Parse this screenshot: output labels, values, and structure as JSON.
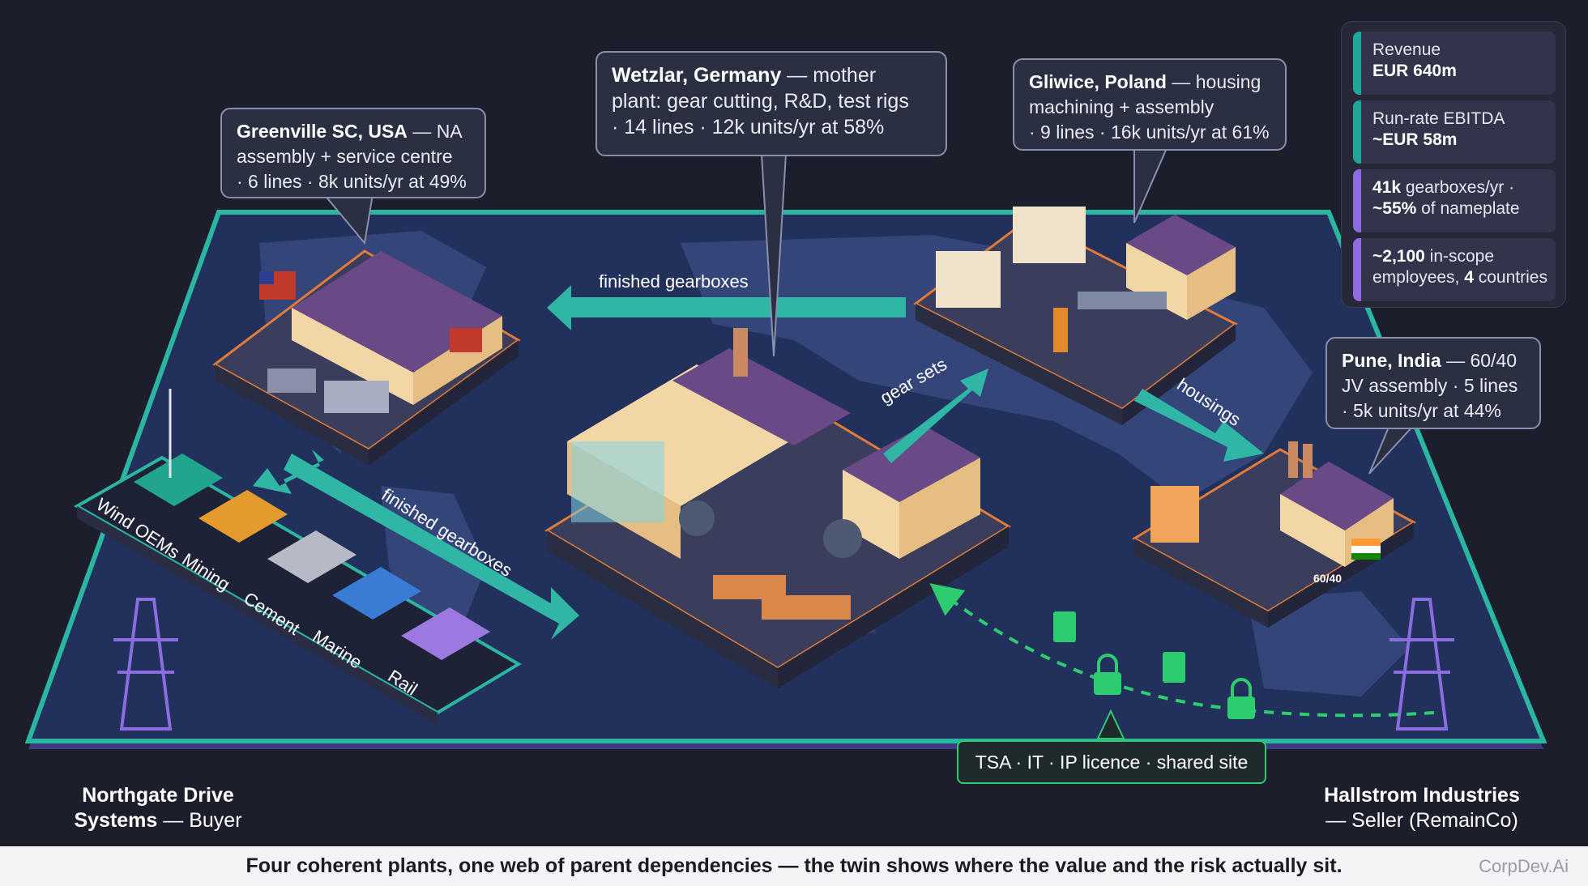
{
  "callouts": {
    "wetzlar": {
      "name": "Wetzlar, Germany",
      "line1": " — mother",
      "line2": "plant: gear cutting, R&D, test rigs",
      "line3": "· 14 lines · 12k units/yr at 58%"
    },
    "greenville": {
      "name": "Greenville SC, USA",
      "line1": " — NA",
      "line2": "assembly + service centre",
      "line3": "· 6 lines · 8k units/yr at 49%"
    },
    "gliwice": {
      "name": "Gliwice, Poland",
      "line1": " — housing",
      "line2": "machining + assembly",
      "line3": "· 9 lines · 16k units/yr at 61%"
    },
    "pune": {
      "name": "Pune, India",
      "line1": " — 60/40",
      "line2": "JV assembly · 5 lines",
      "line3": "· 5k units/yr at 44%"
    }
  },
  "kpis": [
    {
      "label": "Revenue",
      "value": "EUR 640m"
    },
    {
      "label": "Run-rate EBITDA",
      "value": "~EUR 58m"
    },
    {
      "b1": "41k",
      "t1": " gearboxes/yr ·",
      "b2": "~55%",
      "t2": " of nameplate"
    },
    {
      "b1": "~2,100",
      "t1": " in-scope",
      "t2a": "employees, ",
      "b2": "4",
      "t2": " countries"
    }
  ],
  "flows": {
    "finished_top": "finished gearboxes",
    "gear_sets": "gear sets",
    "housings": "housings",
    "finished_left": "finished gearboxes"
  },
  "sectors": [
    "Wind OEMs",
    "Mining",
    "Cement",
    "Marine",
    "Rail"
  ],
  "jv_tag": "60/40",
  "tsa": "TSA · IT · IP licence · shared site",
  "buyer": {
    "name": "Northgate Drive",
    "name2": "Systems",
    "role": " — Buyer"
  },
  "seller": {
    "name": "Hallstrom Industries",
    "role": "— Seller (RemainCo)"
  },
  "footer": {
    "caption": "Four coherent plants, one web of parent dependencies — the twin shows where the value and the risk actually sit.",
    "brand": "CorpDev.Ai"
  },
  "colors": {
    "board": "#283360",
    "edge": "#2bb5a3",
    "arrow": "#2fb6a4",
    "dashed": "#2ecc71",
    "callout_bg": "#2b2f42"
  }
}
